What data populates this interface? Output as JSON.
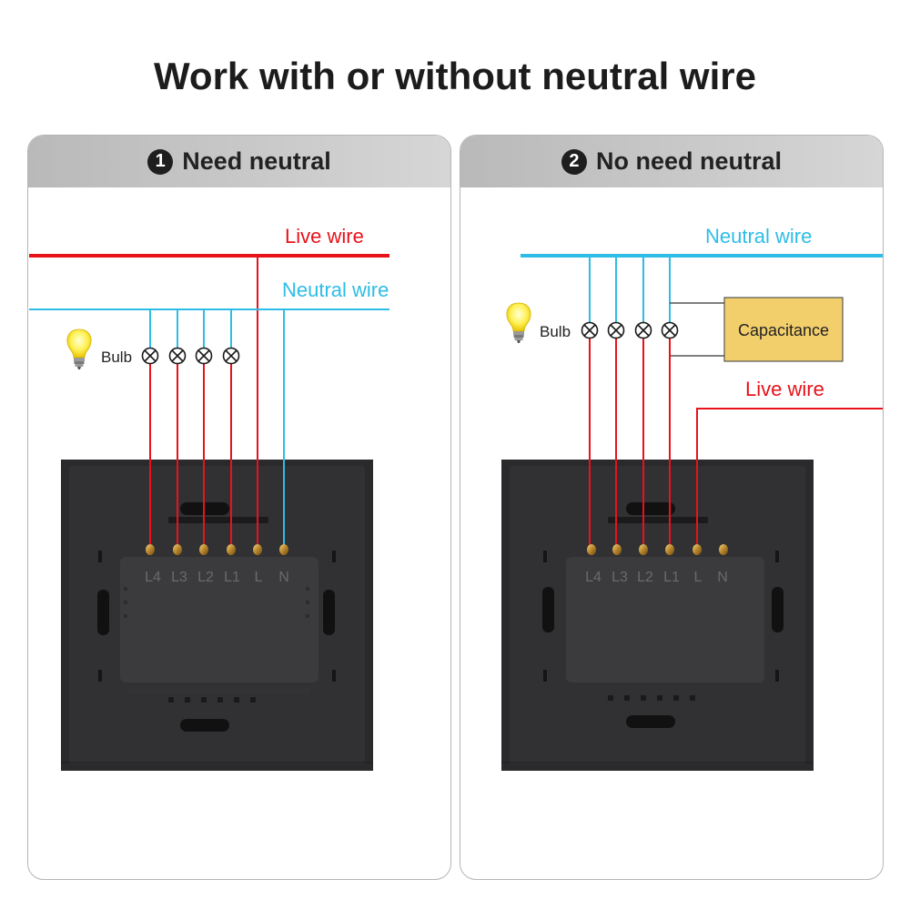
{
  "title": "Work with or without neutral wire",
  "colors": {
    "live": "#e8121b",
    "neutral": "#2ebde6",
    "capacitor_fill": "#f3cf6c",
    "panel": "#2b2b2d"
  },
  "panels": [
    {
      "number": "1",
      "heading": "Need neutral",
      "live_label": "Live wire",
      "neutral_label": "Neutral wire",
      "bulb_label": "Bulb",
      "bulb_count": 4,
      "terminals": [
        "L4",
        "L3",
        "L2",
        "L1",
        "L",
        "N"
      ]
    },
    {
      "number": "2",
      "heading": "No need neutral",
      "live_label": "Live wire",
      "neutral_label": "Neutral wire",
      "bulb_label": "Bulb",
      "bulb_count": 4,
      "capacitor_label": "Capacitance",
      "terminals": [
        "L4",
        "L3",
        "L2",
        "L1",
        "L",
        "N"
      ]
    }
  ]
}
